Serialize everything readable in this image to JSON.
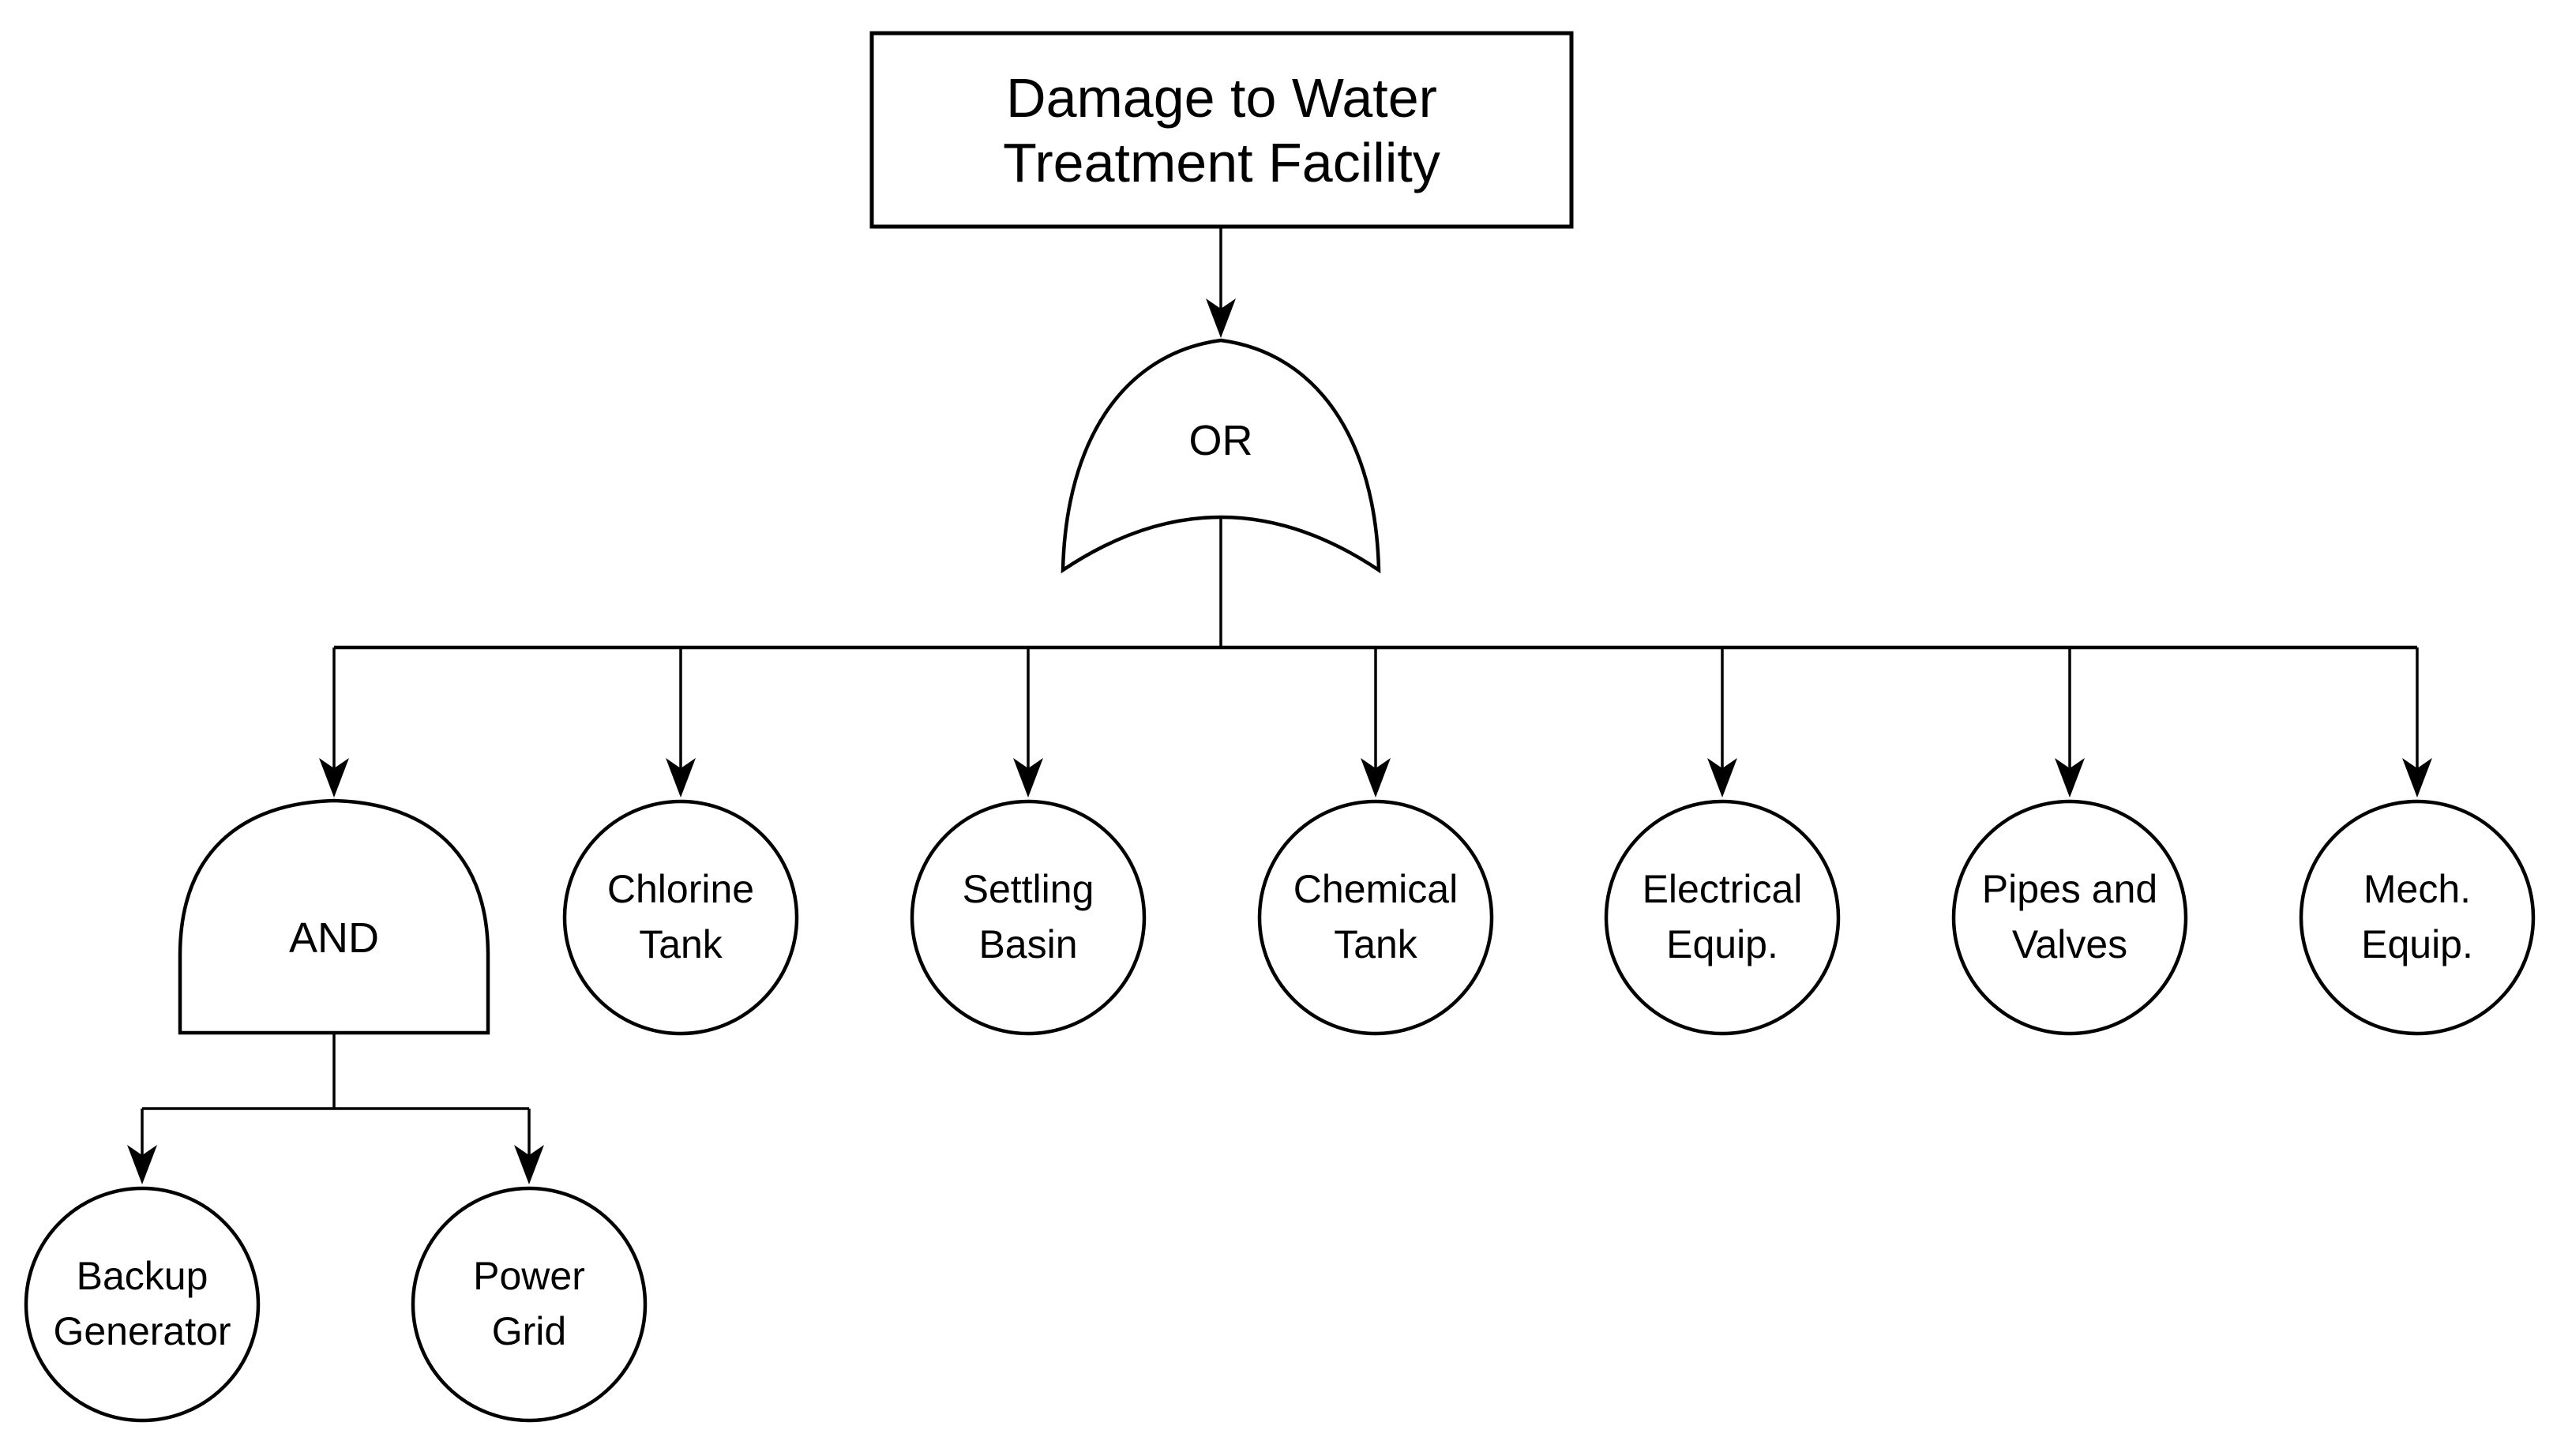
{
  "diagram": {
    "type": "fault-tree",
    "colors": {
      "stroke": "#000000",
      "fill": "#ffffff",
      "text": "#000000"
    },
    "top_event": {
      "lines": [
        "Damage to Water",
        "Treatment Facility"
      ]
    },
    "or_gate": {
      "label": "OR"
    },
    "and_gate": {
      "label": "AND"
    },
    "or_events": [
      {
        "name": "chlorine-tank",
        "lines": [
          "Chlorine",
          "Tank"
        ]
      },
      {
        "name": "settling-basin",
        "lines": [
          "Settling",
          "Basin"
        ]
      },
      {
        "name": "chemical-tank",
        "lines": [
          "Chemical",
          "Tank"
        ]
      },
      {
        "name": "electrical-equip",
        "lines": [
          "Electrical",
          "Equip."
        ]
      },
      {
        "name": "pipes-and-valves",
        "lines": [
          "Pipes and",
          "Valves"
        ]
      },
      {
        "name": "mech-equip",
        "lines": [
          "Mech.",
          "Equip."
        ]
      }
    ],
    "and_events": [
      {
        "name": "backup-generator",
        "lines": [
          "Backup",
          "Generator"
        ]
      },
      {
        "name": "power-grid",
        "lines": [
          "Power",
          "Grid"
        ]
      }
    ]
  }
}
